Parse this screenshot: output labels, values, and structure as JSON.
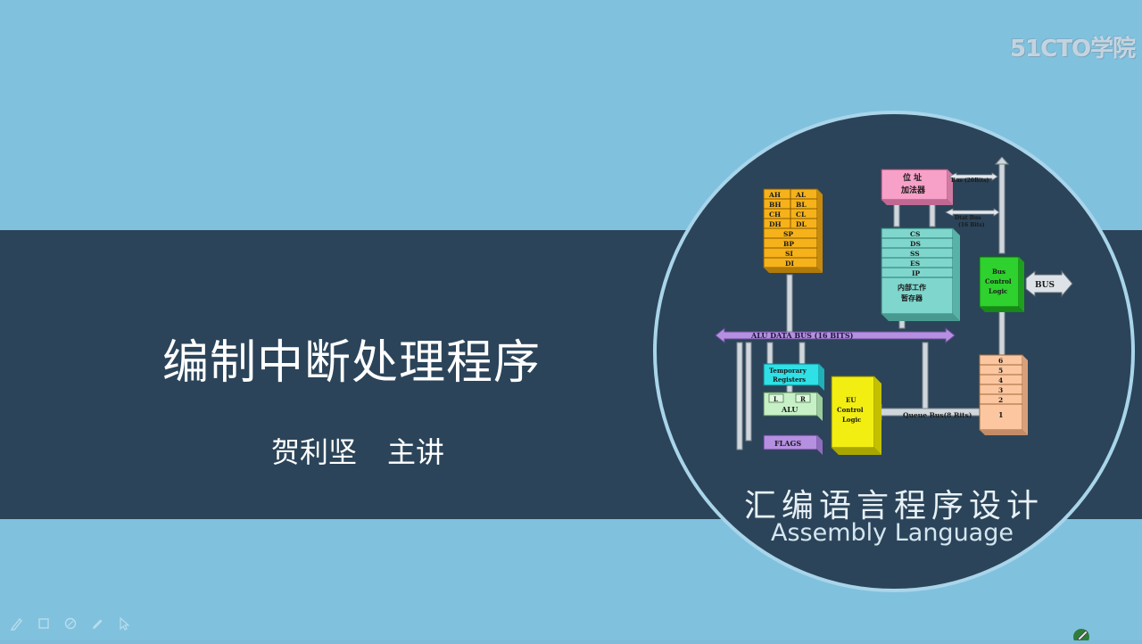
{
  "watermark": "51CTO学院",
  "slide": {
    "title": "编制中断处理程序",
    "presenter_name": "贺利坚",
    "presenter_role": "主讲",
    "course_cn": "汇编语言程序设计",
    "course_en": "Assembly Language"
  },
  "diagram": {
    "registers_left": [
      [
        "AH",
        "AL"
      ],
      [
        "BH",
        "BL"
      ],
      [
        "CH",
        "CL"
      ],
      [
        "DH",
        "DL"
      ]
    ],
    "registers_single": [
      "SP",
      "BP",
      "SI",
      "DI"
    ],
    "address_adder": [
      "位 址",
      "加法器"
    ],
    "segment_registers": [
      "CS",
      "DS",
      "SS",
      "ES",
      "IP"
    ],
    "internal_registers": [
      "内部工作",
      "暂存器"
    ],
    "bus_20": "Bus (20Bits)",
    "data_bus": "Dtat Bus",
    "data_bus_bits": "(16 Bits)",
    "bus_control_logic": [
      "Bus",
      "Control",
      "Logic"
    ],
    "bus_label": "BUS",
    "alu_data_bus": "ALU DATA BUS (16 BITS)",
    "temp_registers": [
      "Temporary",
      "Registers"
    ],
    "alu_inputs": [
      "L",
      "R"
    ],
    "alu_label": "ALU",
    "flags_label": "FLAGS",
    "eu_control_logic": [
      "EU",
      "Control",
      "Logic"
    ],
    "queue_bus": "Queue  Bus(8 Bits)",
    "queue_slots": [
      "6",
      "5",
      "4",
      "3",
      "2",
      "1"
    ]
  },
  "colors": {
    "background": "#80c1de",
    "band": "#2b4459",
    "registers": "#f6b21a",
    "segment": "#7fd6cc",
    "adder": "#f7a0c8",
    "bus_control": "#2ed12e",
    "alu_bus": "#b58fe0",
    "temp_reg": "#2fe0e6",
    "alu": "#c7f0c7",
    "eu": "#f2ee12",
    "queue": "#fcc7a0"
  },
  "toolbar_icons": [
    "pen-icon",
    "square-icon",
    "eraser-icon",
    "highlighter-icon",
    "pointer-icon"
  ]
}
